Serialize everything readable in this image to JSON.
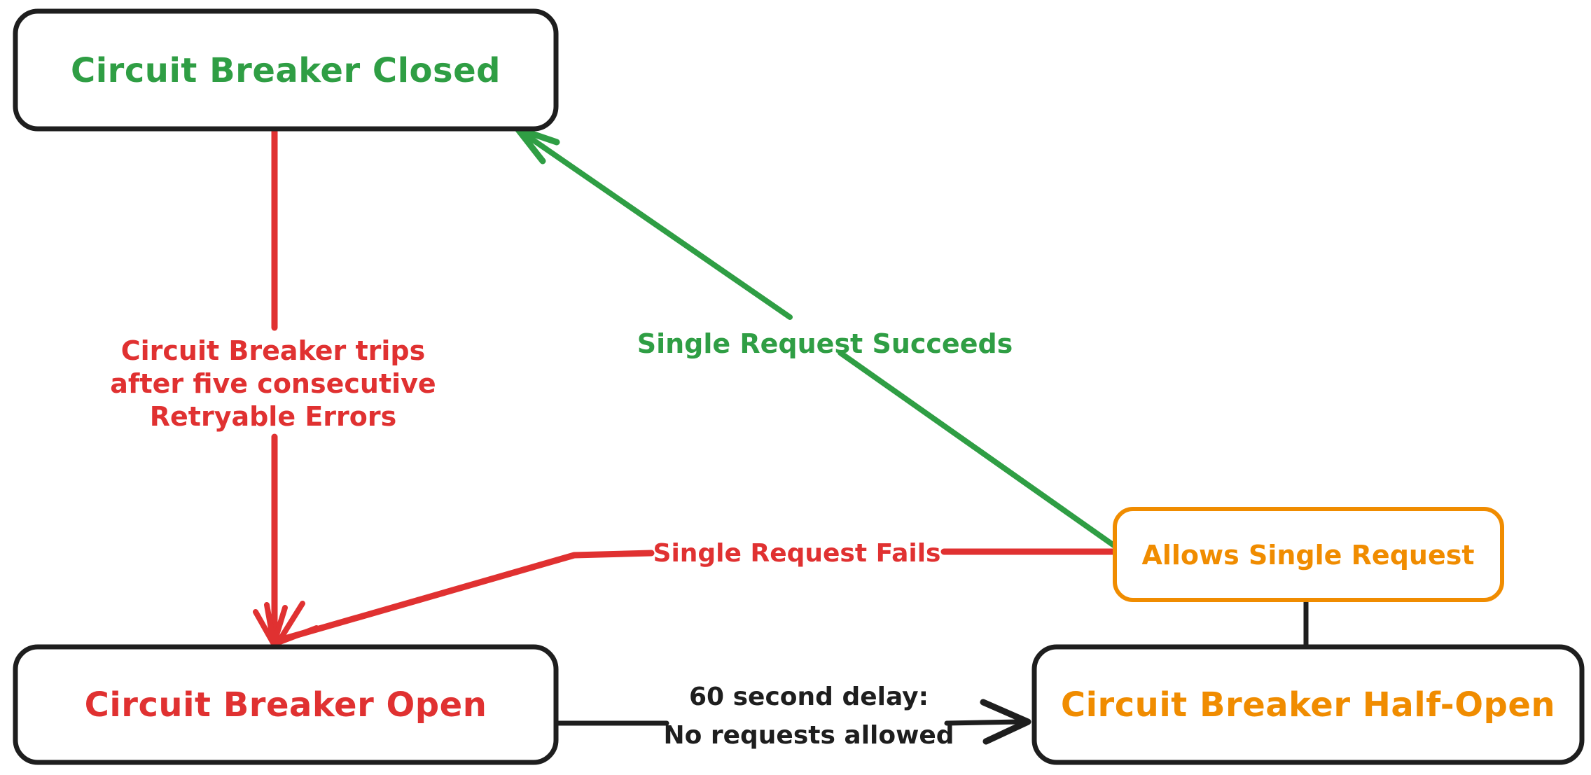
{
  "background_color": "#ffffff",
  "colors": {
    "green": "#2f9e44",
    "red": "#e03131",
    "orange": "#f08c00",
    "black": "#1e1e1e"
  },
  "nodes": {
    "closed": {
      "label": "Circuit Breaker Closed",
      "text_color": "#2f9e44",
      "border_color": "#1e1e1e"
    },
    "open": {
      "label": "Circuit Breaker Open",
      "text_color": "#e03131",
      "border_color": "#1e1e1e"
    },
    "half_open": {
      "label": "Circuit Breaker Half-Open",
      "text_color": "#f08c00",
      "border_color": "#1e1e1e"
    },
    "allows_single_request": {
      "label": "Allows Single Request",
      "text_color": "#f08c00",
      "border_color": "#f08c00"
    }
  },
  "edges": {
    "trips": {
      "from": "closed",
      "to": "open",
      "color": "#e03131",
      "label_lines": [
        "Circuit Breaker trips",
        "after five consecutive",
        "Retryable Errors"
      ]
    },
    "succeeds": {
      "from": "allows_single_request",
      "to": "closed",
      "color": "#2f9e44",
      "label": "Single Request Succeeds"
    },
    "fails": {
      "from": "allows_single_request",
      "to": "open",
      "color": "#e03131",
      "label": "Single Request Fails"
    },
    "delay": {
      "from": "open",
      "to": "half_open",
      "color": "#1e1e1e",
      "label_lines": [
        "60 second delay:",
        "No requests allowed"
      ]
    },
    "connector": {
      "from": "allows_single_request",
      "to": "half_open",
      "color": "#1e1e1e"
    }
  }
}
